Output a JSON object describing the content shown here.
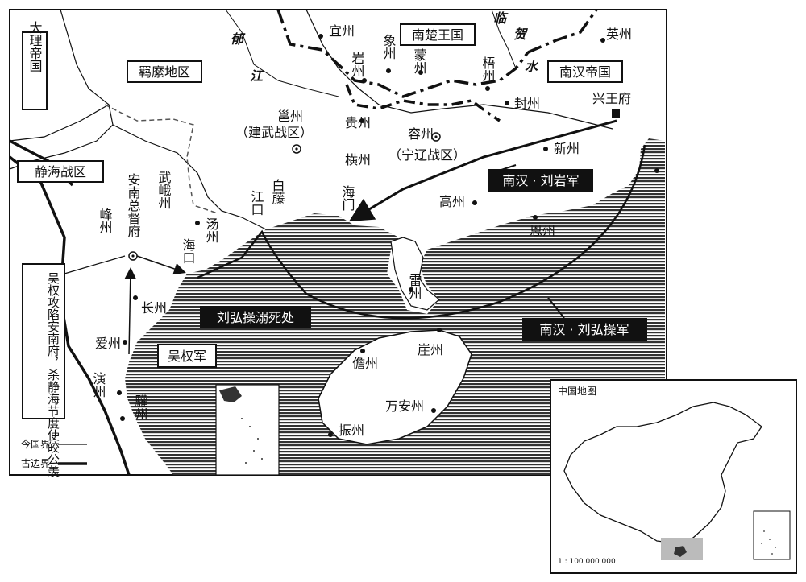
{
  "regions": {
    "dali": "大理帝国",
    "jimi": "羁縻地区",
    "nanchu": "南楚王国",
    "nanhan": "南汉帝国",
    "jinghai": "静海战区"
  },
  "places": {
    "yizhou": "宜州",
    "yanzhou": "岩州",
    "xiangzhou": "象州",
    "mengzhou": "蒙州",
    "wuzhou": "梧州",
    "yingzhou": "英州",
    "fengzhou": "封州",
    "xingwangfu": "兴王府",
    "yongzhou": "邕州",
    "jianwu": "（建武战区）",
    "guizhou": "贵州",
    "hengzhou": "横州",
    "rongzhou": "容州",
    "ningliao": "（宁辽战区）",
    "xinzhou": "新州",
    "gaozhou": "高州",
    "enzhou": "恩州",
    "leizhou": "雷州",
    "haimen": "海门",
    "baiteng": "白藤",
    "jiangkou": "江口",
    "annan": "安南总督府",
    "wue": "武峨州",
    "fengzhou2": "峰州",
    "tangzhou": "汤州",
    "haikou": "海口",
    "changzhou": "长州",
    "aizhou": "爱州",
    "yanzhou2": "演州",
    "huanzhou": "驩州",
    "danzhou": "儋州",
    "yazhou": "崖州",
    "wananzhou": "万安州",
    "zhenzhou": "振州"
  },
  "rivers": {
    "yu": "郁",
    "jiang": "江",
    "he": "贺",
    "shui": "水",
    "lin": "临"
  },
  "labels": {
    "liuyan": "南汉 · 刘岩军",
    "liuhongcao": "南汉 · 刘弘操军",
    "death": "刘弘操溺死处",
    "wuquan": "吴权军",
    "caption": "吴权攻陷安南府，杀静海节度使皎公羡"
  },
  "legend": {
    "modern": "今国界",
    "ancient": "古边界"
  },
  "inset": {
    "title": "中国地图",
    "scale": "1 : 100 000 000"
  }
}
